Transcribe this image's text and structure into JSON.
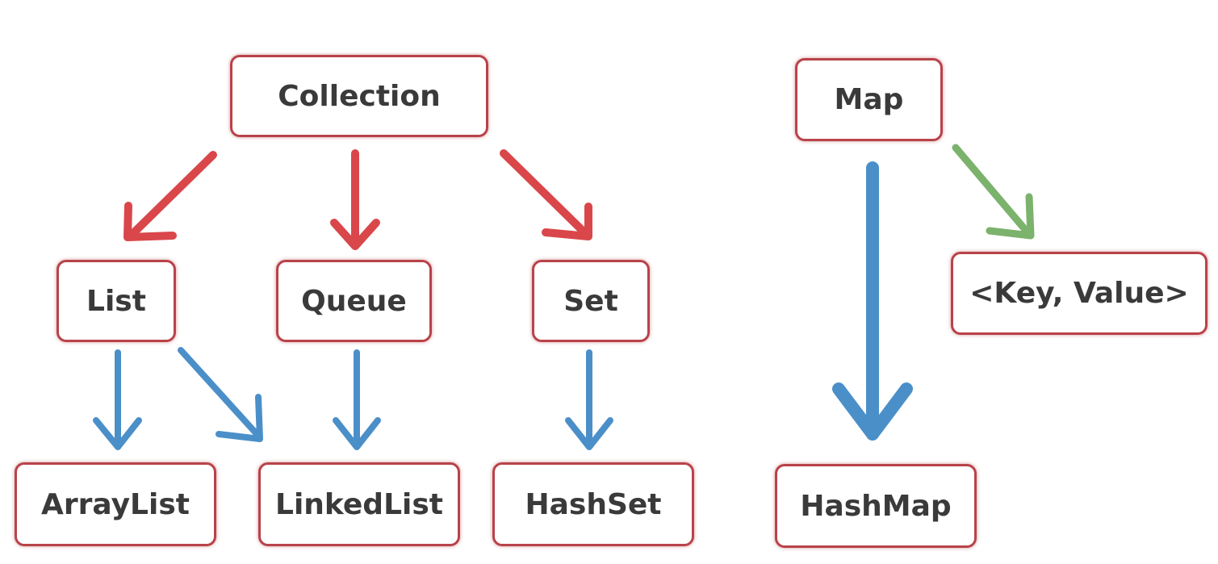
{
  "nodes": {
    "collection": "Collection",
    "list": "List",
    "queue": "Queue",
    "set": "Set",
    "arraylist": "ArrayList",
    "linkedlist": "LinkedList",
    "hashset": "HashSet",
    "map": "Map",
    "keyvalue": "<Key, Value>",
    "hashmap": "HashMap"
  },
  "colors": {
    "box_border": "#b8434a",
    "text": "#3a3a3a",
    "arrow_red": "#d9474a",
    "arrow_blue": "#4b8fc9",
    "arrow_green": "#7bb26c"
  },
  "edges": [
    {
      "from": "collection",
      "to": "list",
      "color": "red"
    },
    {
      "from": "collection",
      "to": "queue",
      "color": "red"
    },
    {
      "from": "collection",
      "to": "set",
      "color": "red"
    },
    {
      "from": "list",
      "to": "arraylist",
      "color": "blue"
    },
    {
      "from": "list",
      "to": "linkedlist",
      "color": "blue"
    },
    {
      "from": "queue",
      "to": "linkedlist",
      "color": "blue"
    },
    {
      "from": "set",
      "to": "hashset",
      "color": "blue"
    },
    {
      "from": "map",
      "to": "hashmap",
      "color": "blue"
    },
    {
      "from": "map",
      "to": "keyvalue",
      "color": "green"
    }
  ]
}
